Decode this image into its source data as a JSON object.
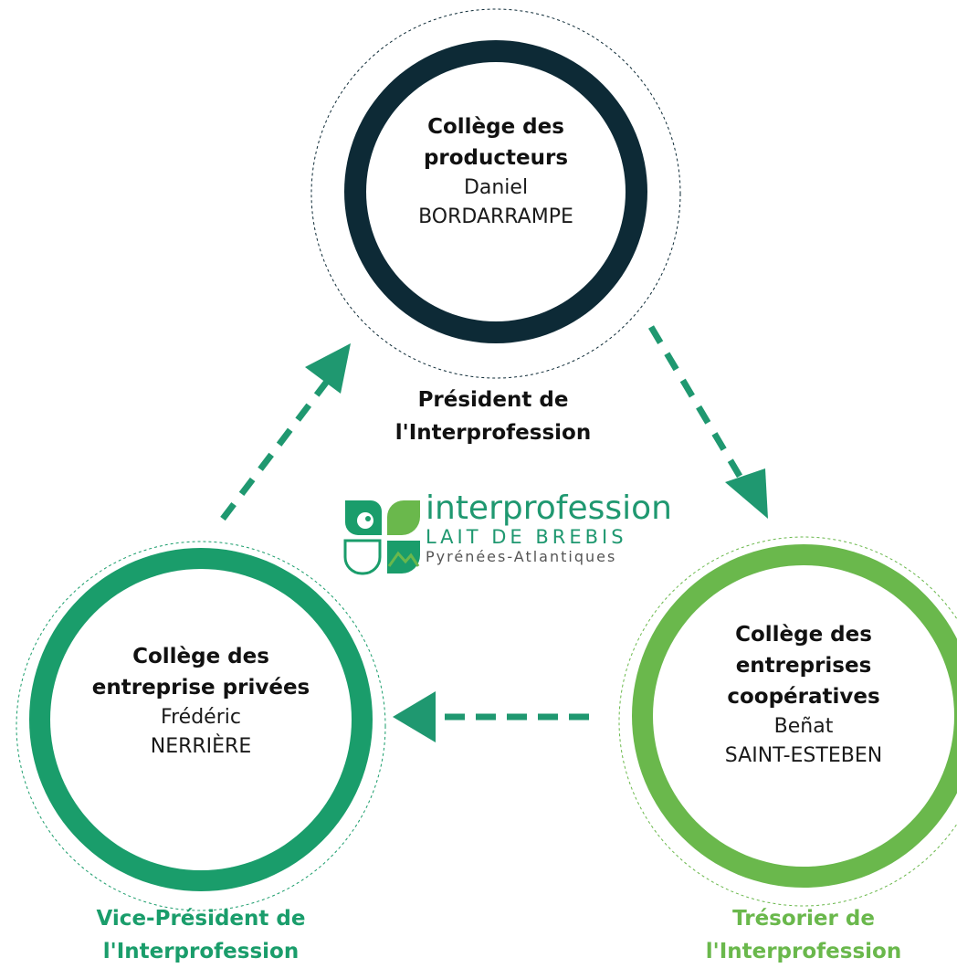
{
  "colors": {
    "dark_navy": "#0d2a36",
    "green_mid": "#1a9d6b",
    "green_light": "#6ab84c",
    "arrow_green": "#1f9870",
    "role_dark": "#111111",
    "role_green": "#1a9d6b",
    "role_light_green": "#6ab84c"
  },
  "colleges": {
    "producteurs": {
      "title_line1": "Collège des",
      "title_line2": "producteurs",
      "person_line1": "Daniel",
      "person_line2": "BORDARRAMPE",
      "role_line1": "Président de",
      "role_line2": "l'Interprofession"
    },
    "privees": {
      "title_line1": "Collège des",
      "title_line2": "entreprise privées",
      "person_line1": "Frédéric",
      "person_line2": "NERRIÈRE",
      "role_line1": "Vice-Président de",
      "role_line2": "l'Interprofession"
    },
    "cooperatives": {
      "title_line1": "Collège des",
      "title_line2": "entreprises",
      "title_line3": "coopératives",
      "person_line1": "Beñat",
      "person_line2": "SAINT-ESTEBEN",
      "role_line1": "Trésorier de",
      "role_line2": "l'Interprofession"
    }
  },
  "logo": {
    "line1": "interprofession",
    "line2": "LAIT DE BREBIS",
    "line3": "Pyrénées-Atlantiques",
    "icon": "sheep-leaf-logo-icon"
  }
}
